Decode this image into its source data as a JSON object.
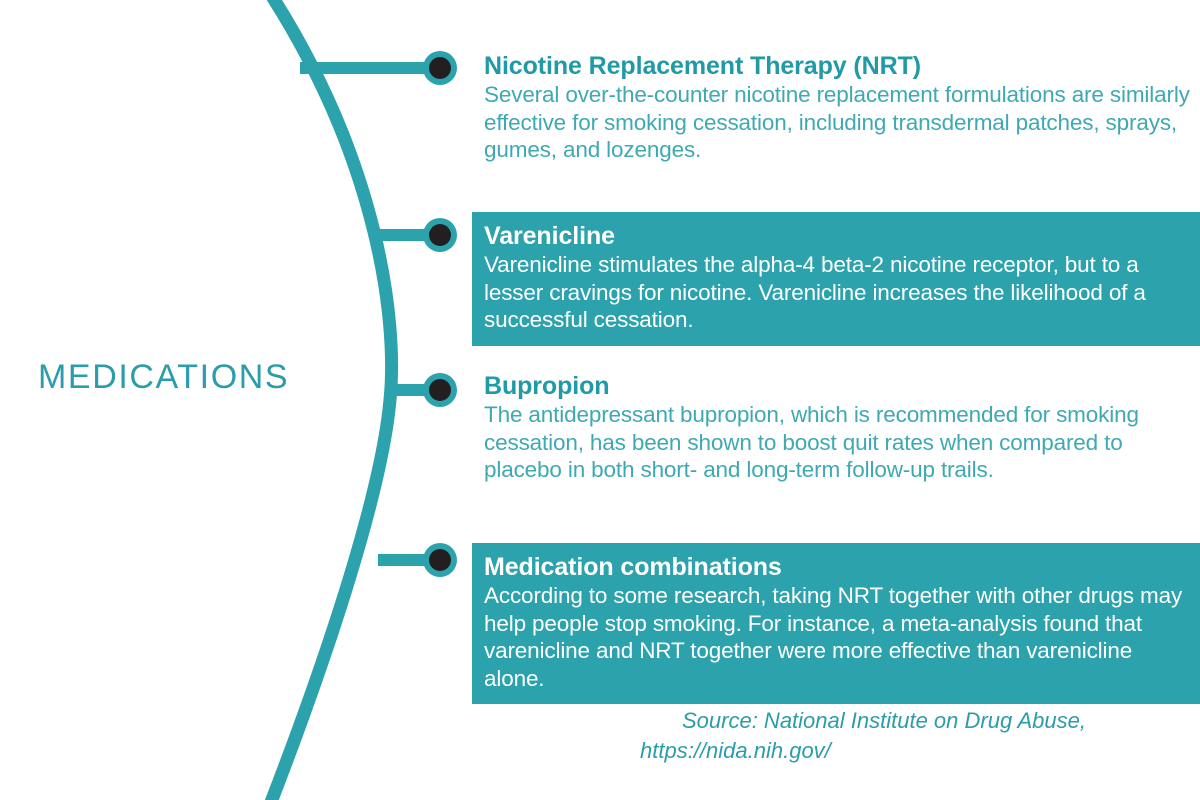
{
  "title": "MEDICATIONS",
  "theme": {
    "teal_panel": "#2BA2AC",
    "teal_heading": "#1F9AA6",
    "teal_body": "#3EA9B3",
    "dot_outer": "#2BA2AC",
    "dot_inner": "#231F20",
    "background": "#FFFFFF"
  },
  "blocks": [
    {
      "heading": "Nicotine Replacement Therapy (NRT)",
      "body": "Several over-the-counter nicotine replacement formulations are similarly effective for smoking cessation, including transdermal patches, sprays, gumes, and lozenges.",
      "style": "plain"
    },
    {
      "heading": "Varenicline",
      "body": "Varenicline stimulates the alpha-4 beta-2 nicotine receptor, but to a lesser cravings for nicotine. Varenicline increases the likelihood of a successful cessation.",
      "style": "panel"
    },
    {
      "heading": "Bupropion",
      "body": "The antidepressant bupropion, which is recommended for smoking cessation, has been shown to boost quit rates when compared to placebo in both short- and long-term follow-up trails.",
      "style": "plain"
    },
    {
      "heading": "Medication combinations",
      "body": "According to some research, taking NRT together with other drugs may help people stop smoking. For instance, a meta-analysis found that varenicline and NRT together were more effective than varenicline alone.",
      "style": "panel"
    }
  ],
  "source": {
    "line_1": "Source: National Institute on Drug Abuse,",
    "line_2": "https://nida.nih.gov/"
  }
}
